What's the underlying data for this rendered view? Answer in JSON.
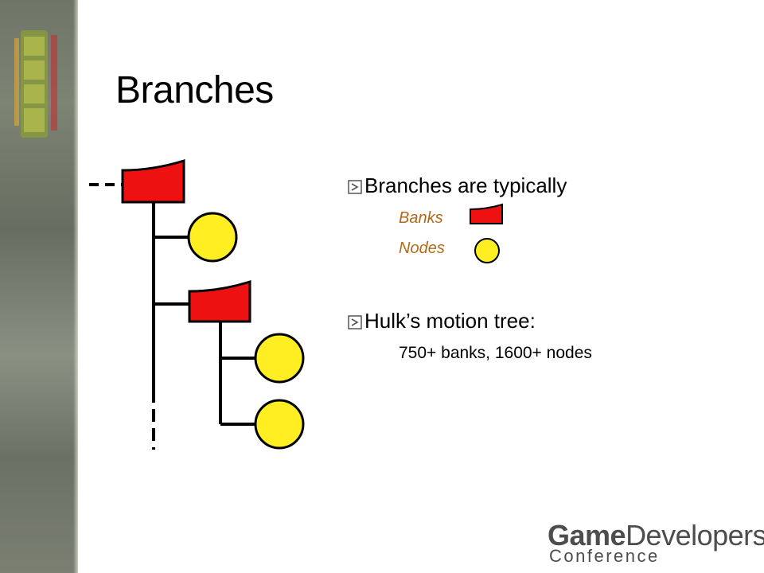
{
  "slide": {
    "title": "Branches"
  },
  "bullets": [
    {
      "text": "Branches are typically",
      "items": [
        {
          "label": "Banks",
          "shape": "bank-flag"
        },
        {
          "label": "Nodes",
          "shape": "node-circle"
        }
      ]
    },
    {
      "text": "Hulk’s motion tree:",
      "detail": "750+ banks, 1600+ nodes"
    }
  ],
  "footer": {
    "brand_bold": "Game",
    "brand_light": "Developers",
    "brand_sub": "Conference"
  },
  "colors": {
    "bank_fill": "#ee1111",
    "node_fill": "#ffee22",
    "subitem_text": "#b3691a",
    "logo_green": "#7c8a3a"
  }
}
